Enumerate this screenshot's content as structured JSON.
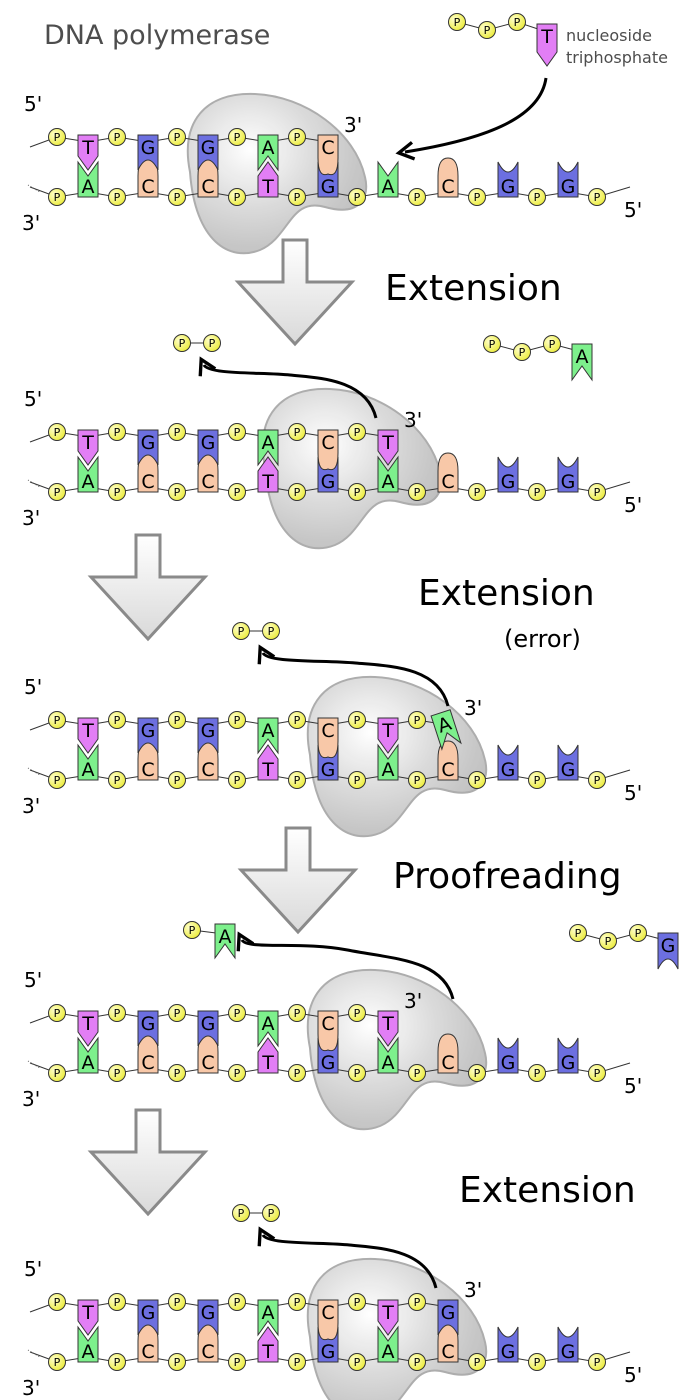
{
  "title": "DNA polymerase",
  "ntp_label": [
    "nucleoside",
    "triphosphate"
  ],
  "colors": {
    "T": "#e27ef5",
    "A": "#7df08c",
    "G": "#6c6fe0",
    "C": "#f8c8a8",
    "phosphate": "#ffff66",
    "enzyme": "#c8c8c8"
  },
  "phosphate_label": "P",
  "labels": {
    "five_prime": "5'",
    "three_prime": "3'"
  },
  "template_strand": [
    "A",
    "C",
    "C",
    "T",
    "G",
    "A",
    "C",
    "G",
    "G"
  ],
  "panels": [
    {
      "name": "initial",
      "step_label": "",
      "step_sub": "",
      "primer": [
        "T",
        "G",
        "G",
        "A",
        "C"
      ],
      "mismatch": false,
      "incoming": {
        "base": "T",
        "phosphates": 3
      },
      "released": null,
      "free_ntp": null
    },
    {
      "name": "extension-1",
      "step_label": "Extension",
      "step_sub": "",
      "primer": [
        "T",
        "G",
        "G",
        "A",
        "C",
        "T"
      ],
      "mismatch": false,
      "incoming": null,
      "released": {
        "type": "pyrophosphate"
      },
      "free_ntp": {
        "base": "A",
        "phosphates": 3
      }
    },
    {
      "name": "extension-error",
      "step_label": "Extension",
      "step_sub": "(error)",
      "primer": [
        "T",
        "G",
        "G",
        "A",
        "C",
        "T",
        "A"
      ],
      "mismatch": true,
      "incoming": null,
      "released": {
        "type": "pyrophosphate"
      },
      "free_ntp": null
    },
    {
      "name": "proofreading",
      "step_label": "Proofreading",
      "step_sub": "",
      "primer": [
        "T",
        "G",
        "G",
        "A",
        "C",
        "T"
      ],
      "mismatch": false,
      "incoming": null,
      "released": {
        "type": "nucleotide",
        "base": "A"
      },
      "free_ntp": {
        "base": "G",
        "phosphates": 3
      }
    },
    {
      "name": "extension-2",
      "step_label": "Extension",
      "step_sub": "",
      "primer": [
        "T",
        "G",
        "G",
        "A",
        "C",
        "T",
        "G"
      ],
      "mismatch": false,
      "incoming": null,
      "released": {
        "type": "pyrophosphate"
      },
      "free_ntp": null
    }
  ]
}
